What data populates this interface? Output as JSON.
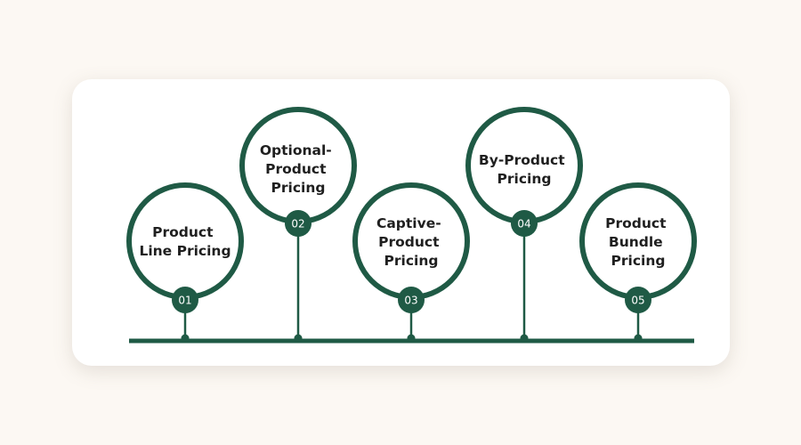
{
  "colors": {
    "page_bg": "#fcf8f3",
    "card_bg": "#ffffff",
    "accent": "#1f5a45",
    "text": "#1f1f1f",
    "badge_text": "#ffffff"
  },
  "steps": [
    {
      "number": "01",
      "lines": [
        "Product",
        "Line Pricing"
      ]
    },
    {
      "number": "02",
      "lines": [
        "Optional-",
        "Product",
        "Pricing"
      ]
    },
    {
      "number": "03",
      "lines": [
        "Captive-",
        "Product",
        "Pricing"
      ]
    },
    {
      "number": "04",
      "lines": [
        "By-Product",
        "Pricing"
      ]
    },
    {
      "number": "05",
      "lines": [
        "Product",
        "Bundle",
        "Pricing"
      ]
    }
  ]
}
